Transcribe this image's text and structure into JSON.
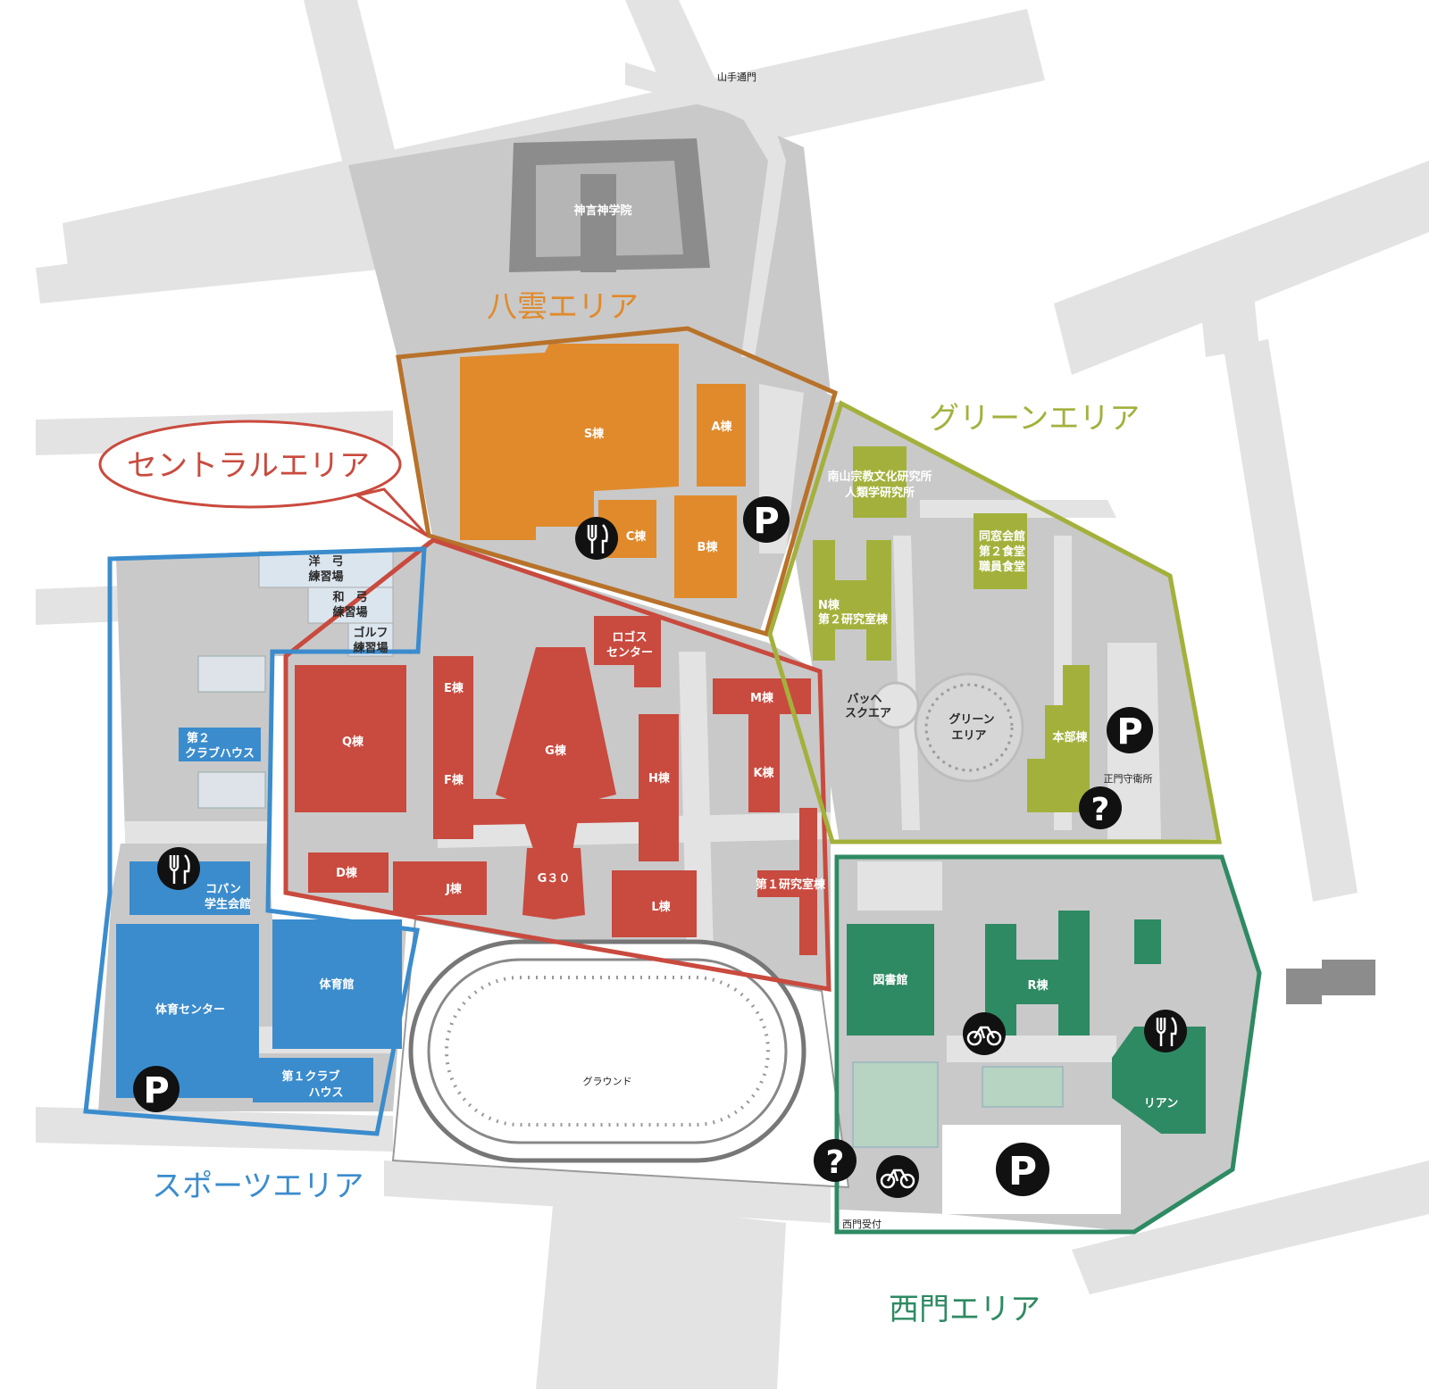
{
  "areas": {
    "yakumo": "八雲エリア",
    "central": "セントラルエリア",
    "green": "グリーンエリア",
    "sports": "スポーツエリア",
    "west": "西門エリア"
  },
  "gates": {
    "yamate": "山手通門",
    "west_reception": "西門受付",
    "main_guard": "正門守衛所"
  },
  "buildings": {
    "shinto": "神言神学院",
    "s": "S棟",
    "a": "A棟",
    "c": "C棟",
    "b": "B棟",
    "q": "Q棟",
    "e": "E棟",
    "f": "F棟",
    "g": "G棟",
    "h": "H棟",
    "m": "M棟",
    "k": "K棟",
    "d": "D棟",
    "j": "J棟",
    "g30": "G３０",
    "l": "L棟",
    "logos_1": "ロゴス",
    "logos_2": "センター",
    "lab1": "第１研究室棟",
    "nanzan_1": "南山宗教文化研究所",
    "nanzan_2": "人類学研究所",
    "n_1": "N棟",
    "n_2": "第２研究室棟",
    "dosokai_1": "同窓会館",
    "dosokai_2": "第２食堂",
    "dosokai_3": "職員食堂",
    "bach_1": "バッヘ",
    "bach_2": "スクエア",
    "green_area_1": "グリーン",
    "green_area_2": "エリア",
    "honbu": "本部棟",
    "kyudo_1": "洋　弓",
    "kyudo_2": "練習場",
    "wakyu_1": "和　弓",
    "wakyu_2": "練習場",
    "golf_1": "ゴルフ",
    "golf_2": "練習場",
    "club2_1": "第２",
    "club2_2": "クラブハウス",
    "kopan_1": "コパン",
    "kopan_2": "学生会館",
    "taiiku_center": "体育センター",
    "taiikukan": "体育館",
    "club1_1": "第１クラブ",
    "club1_2": "ハウス",
    "ground": "グラウンド",
    "library": "図書館",
    "r": "R棟",
    "rian": "リアン"
  },
  "icons": {
    "parking": "P",
    "info": "?"
  },
  "colors": {
    "yakumo": "#e08a2c",
    "central": "#c94a3e",
    "green": "#a3b13c",
    "sports": "#3b8ccd",
    "west": "#2e8a63",
    "ground": "#c9c9c9",
    "road": "#e3e3e3"
  }
}
